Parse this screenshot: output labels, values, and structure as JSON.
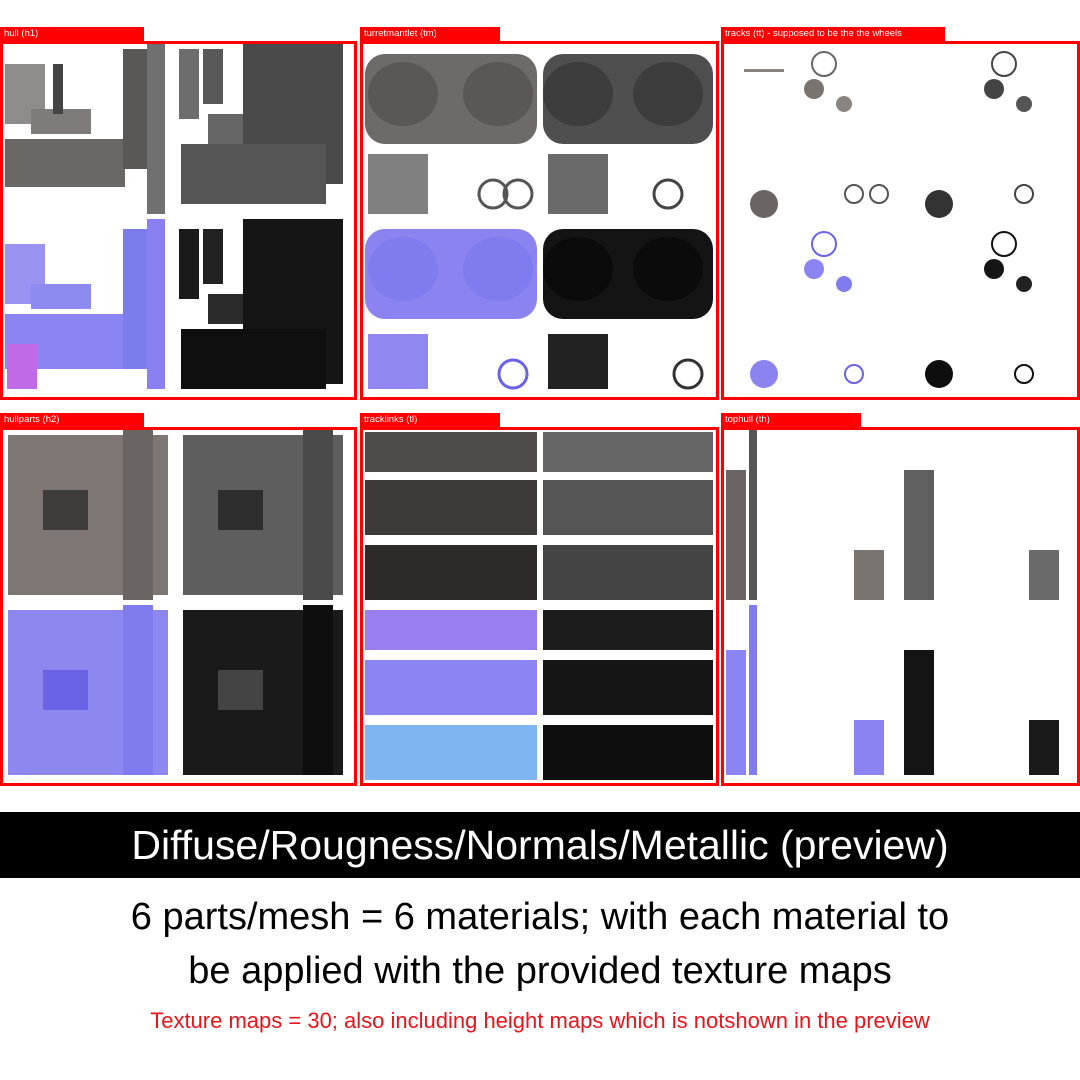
{
  "panels": [
    {
      "id": "hull",
      "label": "hull (h1)"
    },
    {
      "id": "turretmantlet",
      "label": "turretmantlet (tm)"
    },
    {
      "id": "tracks",
      "label": "tracks (tt) - supposed to be the the wheels"
    },
    {
      "id": "hullparts",
      "label": "hullparts (h2)"
    },
    {
      "id": "tracklinks",
      "label": "tracklinks (tl)"
    },
    {
      "id": "tophull",
      "label": "tophull (th)"
    }
  ],
  "caption": "Diffuse/Rougness/Normals/Metallic (preview)",
  "summary": {
    "line1": "6 parts/mesh = 6 materials; with each material to",
    "line2": "be applied with the provided texture maps"
  },
  "note": "Texture maps = 30; also including height maps which is notshown in the preview",
  "colors": {
    "accent": "#ff0000",
    "note_text": "#e8141c",
    "caption_bg": "#000000",
    "diffuse": "#8a8a8a",
    "roughness": "#555555",
    "normal": "#8080f0",
    "metallic": "#141414"
  }
}
